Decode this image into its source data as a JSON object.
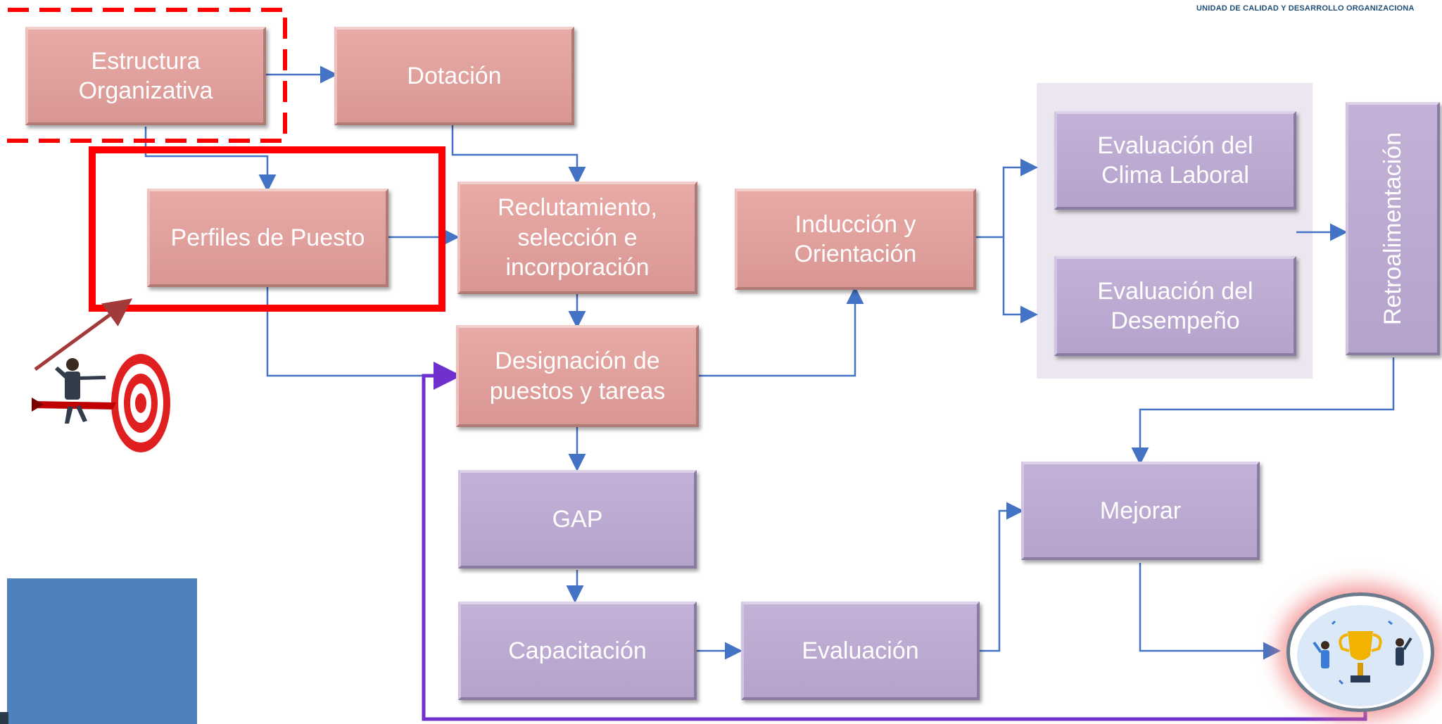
{
  "header": {
    "org_label": "UNIDAD DE CALIDAD Y DESARROLLO ORGANIZACIONA"
  },
  "boxes": {
    "estructura": "Estructura\nOrganizativa",
    "dotacion": "Dotación",
    "perfiles": "Perfiles de Puesto",
    "reclutamiento": "Reclutamiento,\nselección e\nincorporación",
    "induccion": "Inducción y\nOrientación",
    "designacion": "Designación de\npuestos y tareas",
    "clima": "Evaluación del\nClima Laboral",
    "desempeno": "Evaluación del\nDesempeño",
    "retro": "Retroalimentación",
    "gap": "GAP",
    "capacitacion": "Capacitación",
    "evaluacion": "Evaluación",
    "mejorar": "Mejorar"
  },
  "colors": {
    "pink": "#e3a3a0",
    "purple": "#bba9d2",
    "arrow": "#4472c4",
    "highlight": "#ff0000",
    "loop": "#7030d0",
    "panel": "#ebe6f0",
    "block": "#4f81bd"
  },
  "icons": [
    "target-icon",
    "businessman-icon",
    "trophy-icon"
  ]
}
